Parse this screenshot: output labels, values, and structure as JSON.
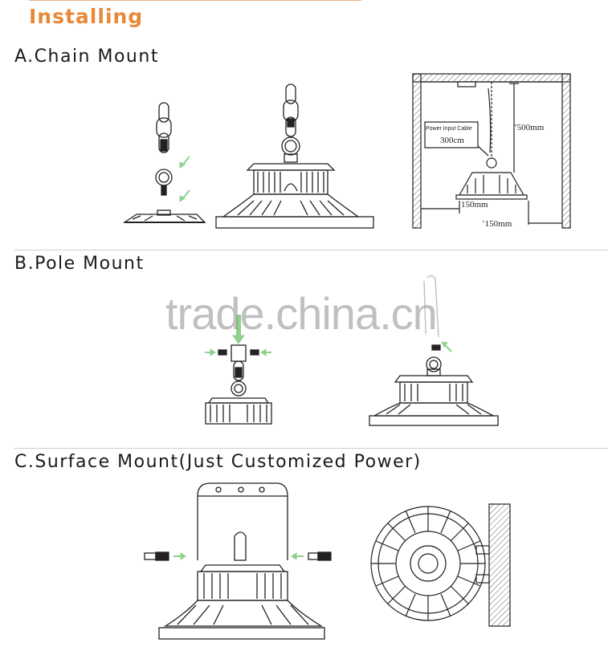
{
  "header": {
    "title": "Installing"
  },
  "sections": {
    "chain": {
      "title": "A.Chain Mount",
      "dim_500": "’500mm",
      "dim_150_left": "150mm",
      "dim_150_right": "’150mm",
      "power_label": "Power Input Cable",
      "cable_len": "300cm"
    },
    "pole": {
      "title": "B.Pole Mount"
    },
    "surface": {
      "title": "C.Surface Mount(Just Customized Power)"
    }
  },
  "watermark": {
    "text": "trade.china.cn"
  },
  "colors": {
    "title": "#e8893a",
    "arrow": "#8fd18c",
    "line": "#222222"
  }
}
